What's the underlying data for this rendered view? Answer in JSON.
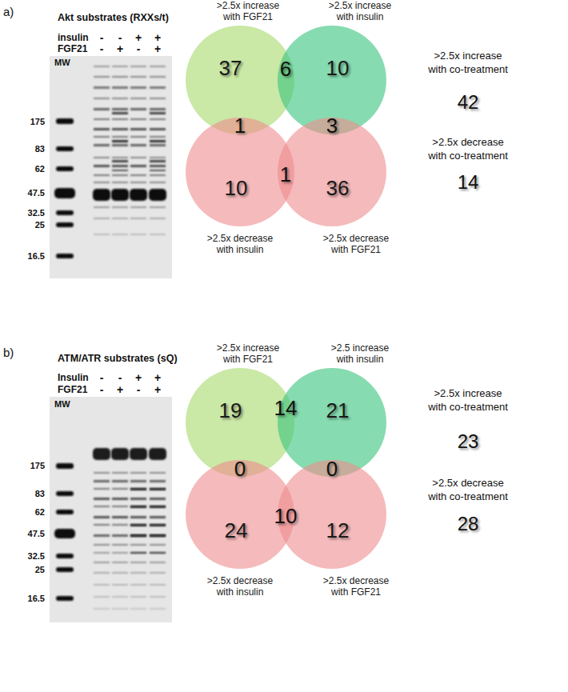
{
  "diagram": {
    "nodes": [
      {
        "text": [
          ">2.5x increase with FGF21",
          "37"
        ]
      },
      {
        "text": [
          ">2.5x increase with insulin",
          "10"
        ]
      },
      {
        "text": [
          ">2.5x decrease with insulin",
          "10"
        ]
      },
      {
        "text": [
          ">2.5x decrease with FGF21",
          "36"
        ]
      },
      {
        "text": [
          ">2.5x increase with FGF21",
          "19"
        ]
      },
      {
        "text": [
          ">2.5 increase with insulin",
          "21"
        ]
      },
      {
        "text": [
          ">2.5x decrease with insulin",
          "24"
        ]
      },
      {
        "text": [
          ">2.5x decrease with FGF21",
          "12"
        ]
      }
    ],
    "labels": [
      "a)",
      "Akt substrates (RXXs/t)",
      "insulin",
      "-",
      "-",
      "+",
      "+",
      "FGF21",
      "-",
      "+",
      "-",
      "+",
      "MW",
      "175",
      "83",
      "62",
      "47.5",
      "32.5",
      "25",
      "16.5",
      "6",
      "1",
      "3",
      "1",
      ">2.5x increase with co-treatment",
      "42",
      ">2.5x decrease with co-treatment",
      "14",
      "b)",
      "ATM/ATR substrates (sQ)",
      "Insulin",
      "-",
      "-",
      "+",
      "+",
      "FGF21",
      "-",
      "+",
      "-",
      "+",
      "MW",
      "175",
      "83",
      "62",
      "47.5",
      "32.5",
      "25",
      "16.5",
      "14",
      "0",
      "0",
      "10",
      ">2.5x increase with co-treatment",
      "23",
      ">2.5x decrease with co-treatment",
      "28"
    ]
  }
}
